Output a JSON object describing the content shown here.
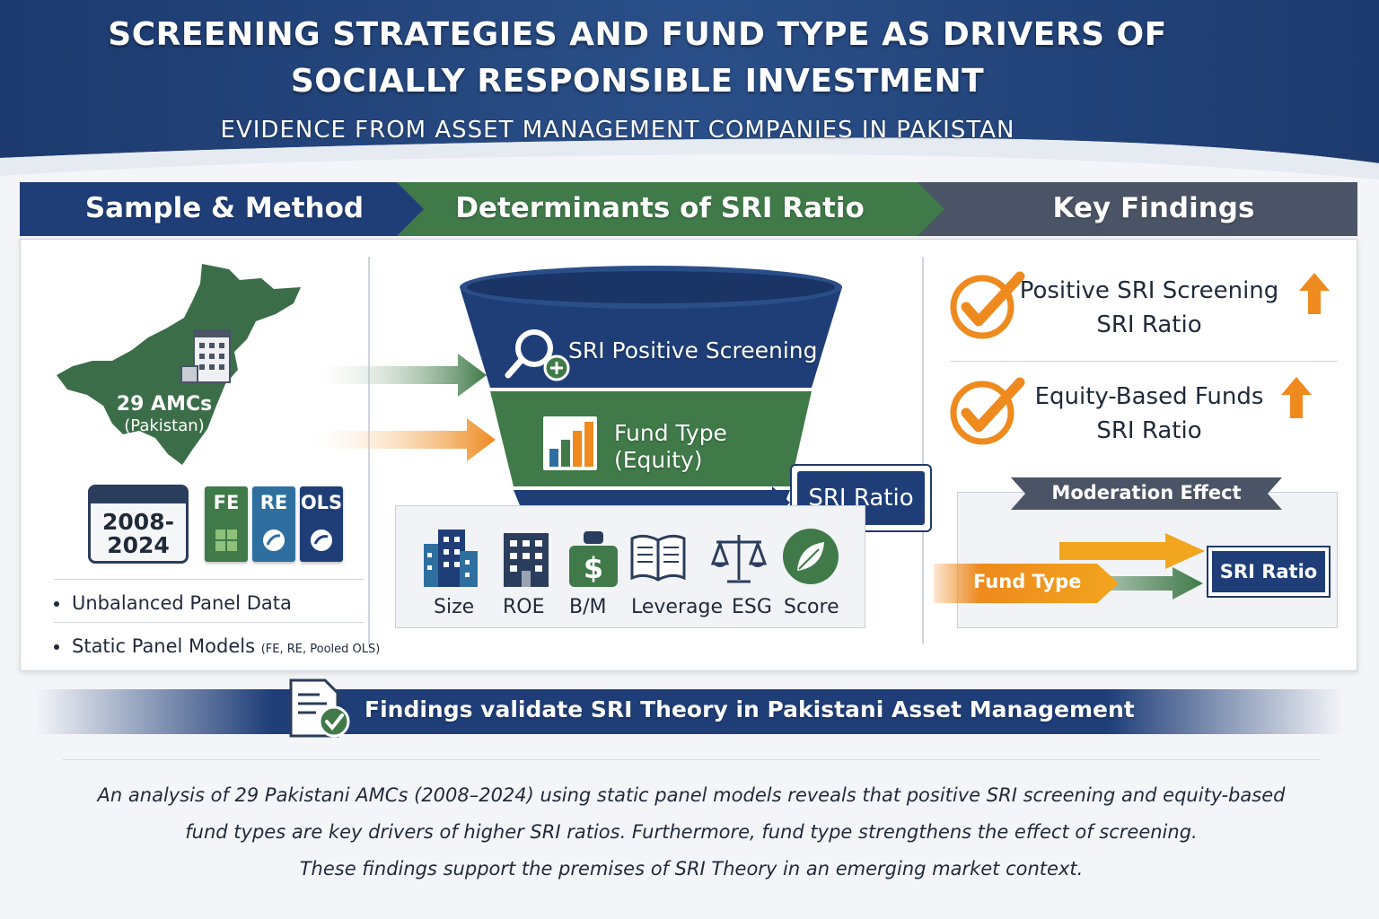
{
  "header": {
    "title_line1": "SCREENING STRATEGIES AND FUND TYPE AS DRIVERS OF",
    "title_line2": "SOCIALLY RESPONSIBLE INVESTMENT",
    "subtitle": "EVIDENCE FROM ASSET MANAGEMENT COMPANIES IN PAKISTAN"
  },
  "sections": {
    "sample_method": "Sample & Method",
    "determinants": "Determinants of SRI Ratio",
    "key_findings": "Key Findings"
  },
  "sample": {
    "amc_count": "29 AMCs",
    "country": "(Pakistan)",
    "period": "2008-\n2024",
    "models": [
      "FE",
      "RE",
      "OLS"
    ],
    "bullet1": "Unbalanced Panel Data",
    "bullet2_main": "Static Panel Models",
    "bullet2_note": "(FE, RE, Pooled OLS)"
  },
  "determinants": {
    "layer1": "SRI Positive Screening",
    "layer2_line1": "Fund Type",
    "layer2_line2": "(Equity)",
    "outcome": "SRI Ratio",
    "controls": [
      "Size",
      "ROE",
      "B/M",
      "Leverage",
      "ESG",
      "Score"
    ]
  },
  "findings": {
    "f1_line1": "Positive SRI Screening",
    "f1_line2": "SRI Ratio",
    "f2_line1": "Equity-Based Funds",
    "f2_line2": "SRI Ratio",
    "moderation_title": "Moderation Effect",
    "moderation_from": "Fund Type",
    "moderation_to": "SRI Ratio"
  },
  "banner": "Findings validate SRI Theory in Pakistani Asset Management",
  "footer": {
    "line1": "An analysis of 29 Pakistani AMCs (2008–2024) using static panel models reveals that positive SRI screening and equity-based",
    "line2": "fund types are key drivers of higher SRI ratios. Furthermore, fund type strengthens the effect of screening.",
    "line3": "These findings support the premises of SRI Theory in an emerging market context."
  },
  "icons": {
    "map": "pakistan-map-icon",
    "building": "office-building-icon",
    "calendar": "calendar-icon",
    "search": "magnifier-plus-icon",
    "chart": "bar-chart-icon",
    "check": "checkmark-circle-icon",
    "arrow": "arrow-up-icon",
    "document": "document-check-icon",
    "leaf": "leaf-icon",
    "scale": "balance-scale-icon"
  },
  "colors": {
    "navy": "#1f3e78",
    "green": "#3f7a48",
    "orange": "#ee8a1e",
    "slate": "#4a5466"
  }
}
